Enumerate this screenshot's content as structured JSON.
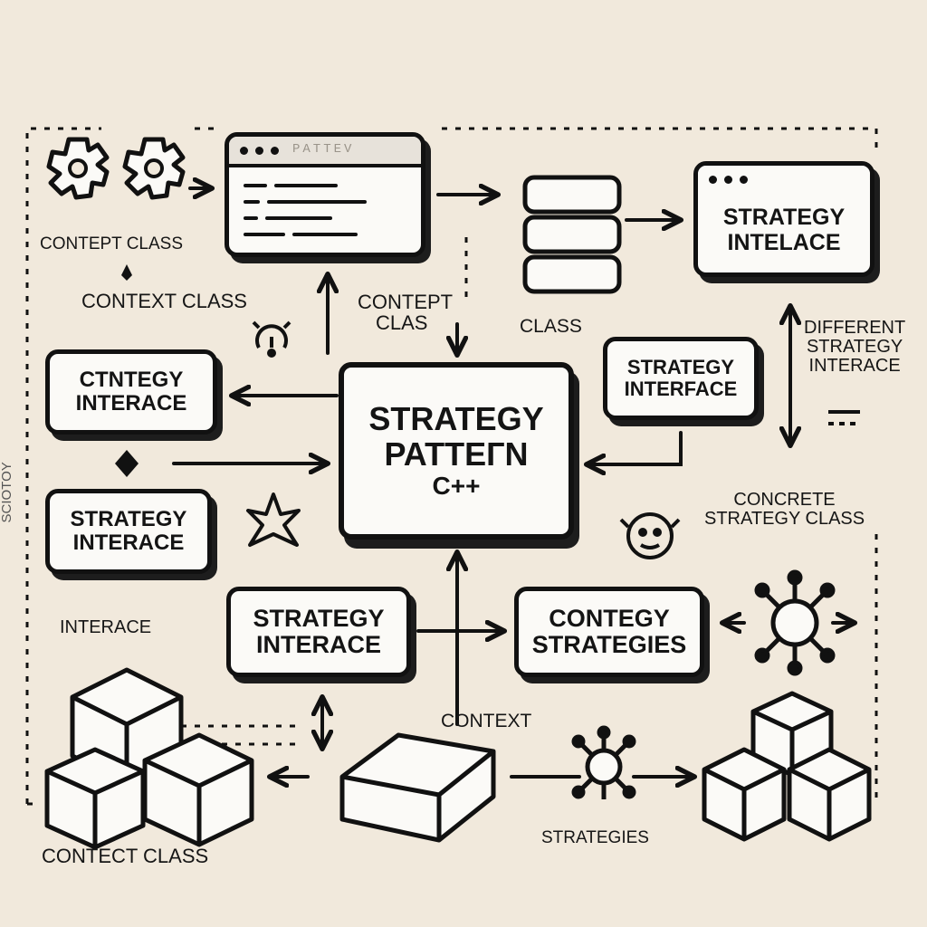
{
  "title": {
    "line1": "STRATEGY",
    "line2": "PATTEГN",
    "line3": "C++"
  },
  "browser_window_faint_title": "PATTEV",
  "labels": {
    "contept_class_top": "CONTEPT CLASS",
    "context_class_left": "CONTEXT CLASS",
    "contept_clas_mid_line1": "CONTEPT",
    "contept_clas_mid_line2": "CLAS",
    "class_label": "CLASS",
    "different_line1": "DIFFERENT",
    "different_line2": "STRATEGY",
    "different_line3": "INTERACE",
    "concrete_line1": "CONCRETE",
    "concrete_line2": "STRATEGY CLASS",
    "interace_left": "INTERACE",
    "context_bottom": "CONTEXT",
    "strategies_bottom": "STRATEGIES",
    "contect_class_bottom": "CONTECT CLASS",
    "rotated_left": "SCIOTOY"
  },
  "boxes": {
    "strategy_intelace": [
      "STRATEGY",
      "INTELACE"
    ],
    "ctntegy_interace": [
      "CTNTEGY",
      "INTERACE"
    ],
    "strategy_interface_left": [
      "STRATEGY",
      "INTERACE"
    ],
    "strategy_interface_right": [
      "STRATEGY",
      "INTERFACE"
    ],
    "strategy_interface_bottom": [
      "STRATEGY",
      "INTERACE"
    ],
    "contegy_strategies": [
      "CONTEGY",
      "STRATEGIES"
    ]
  },
  "icons": [
    "gear-icon",
    "gear-icon",
    "code-window-icon",
    "stack-icon",
    "browser-window-icon",
    "lightbulb-icon",
    "sparkle-icon",
    "smiley-face-icon",
    "virus-node-icon",
    "cubes-icon",
    "slab-icon",
    "diamond-icon"
  ],
  "colors": {
    "background": "#f1e9dc",
    "ink": "#111111",
    "box_fill": "#fbfaf7",
    "window_bar": "#e7e2da"
  }
}
